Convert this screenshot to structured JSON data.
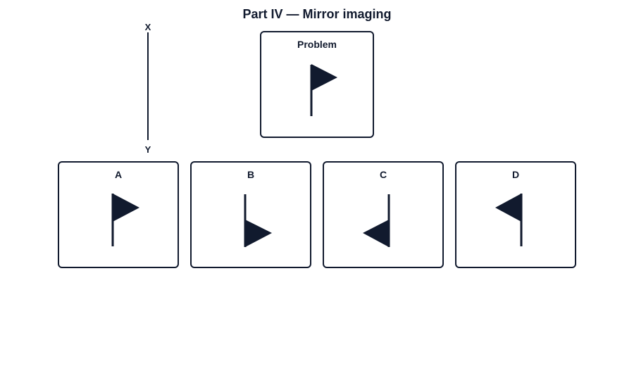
{
  "title": "Part IV — Mirror imaging",
  "mirror": {
    "top_label": "X",
    "bottom_label": "Y"
  },
  "problem": {
    "label": "Problem",
    "figure": "flag-right-pole-down"
  },
  "options": [
    {
      "label": "A",
      "figure": "flag-right-pole-down"
    },
    {
      "label": "B",
      "figure": "flag-right-pole-up"
    },
    {
      "label": "C",
      "figure": "flag-left-pole-up"
    },
    {
      "label": "D",
      "figure": "flag-left-pole-down"
    }
  ],
  "colors": {
    "ink": "#111a2e",
    "background": "#ffffff"
  }
}
